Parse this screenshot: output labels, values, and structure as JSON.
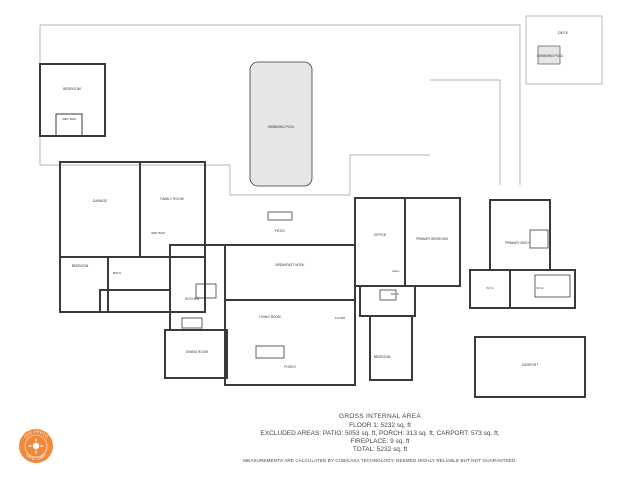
{
  "summary": {
    "title": "GROSS INTERNAL AREA",
    "floor_1": "FLOOR 1: 5232 sq. ft",
    "excluded": "EXCLUDED AREAS: PATIO: 5053 sq. ft, PORCH: 313 sq. ft, CARPORT: 573 sq. ft,",
    "fireplace": "FIREPLACE: 9 sq. ft",
    "total": "TOTAL: 5232 sq. ft",
    "disclaimer": "MEASUREMENTS ARE CALCULATED BY CUBICASA TECHNOLOGY. DEEMED HIGHLY RELIABLE BUT NOT GUARANTEED."
  },
  "badge": {
    "top_text": "ONE PHOTO",
    "bottom_text": "CAPE TOWN",
    "accent_color": "#f08a3a"
  },
  "rooms": {
    "deck": "DECK",
    "swimming_pool_top": "SWIMMING POOL",
    "swimming_pool": "SWIMMING POOL",
    "bedroom_small": "BEDROOM",
    "wet_bar": "WET BAR",
    "garage": "GARAGE",
    "family_room": "FAMILY ROOM",
    "wet_bar_2": "WET BAR",
    "patio": "PATIO",
    "office": "OFFICE",
    "primary_bedroom": "PRIMARY BEDROOM",
    "primary_bath": "PRIMARY BATH",
    "bedroom_west": "BEDROOM",
    "bath_west": "BATH",
    "wic": "WIC",
    "breakfast_nook": "BREAKFAST NOOK",
    "kitchen": "KITCHEN",
    "foyer": "FOYER",
    "hall": "HALL",
    "living_room": "LIVING ROOM",
    "dining_room": "DINING ROOM",
    "porch": "PORCH",
    "bedroom_south": "BEDROOM",
    "bath_mid": "BATH",
    "wic_east": "W.I.C",
    "wic_east_2": "W.I.C",
    "carport": "CARPORT"
  },
  "colors": {
    "wall": "#3a3a3a",
    "line": "#9a9a9a",
    "pool_fill": "#e6e6e6",
    "text": "#333333"
  }
}
